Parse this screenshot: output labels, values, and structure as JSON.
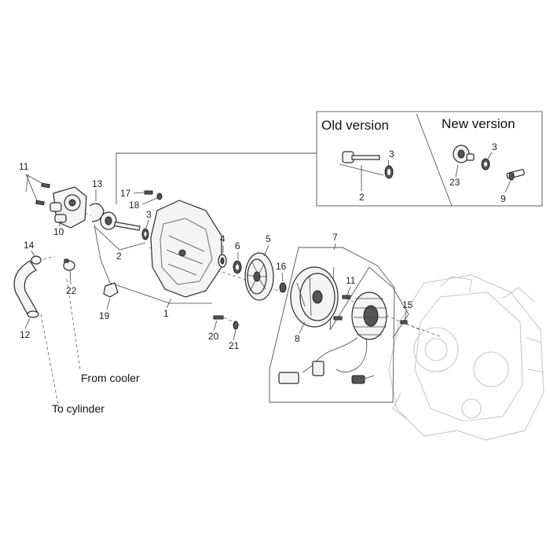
{
  "inset": {
    "old_version": "Old version",
    "new_version": "New version"
  },
  "captions": {
    "from_cooler": "From cooler",
    "to_cylinder": "To cylinder"
  },
  "callouts": {
    "c1": "1",
    "c2": "2",
    "c2_old": "2",
    "c3": "3",
    "c3_old": "3",
    "c3_new": "3",
    "c4": "4",
    "c5": "5",
    "c6": "6",
    "c7": "7",
    "c8": "8",
    "c9": "9",
    "c10": "10",
    "c11": "11",
    "c11b": "11",
    "c12": "12",
    "c13": "13",
    "c14": "14",
    "c15": "15",
    "c16": "16",
    "c17": "17",
    "c18": "18",
    "c19": "19",
    "c20": "20",
    "c21": "21",
    "c22": "22",
    "c23": "23"
  }
}
